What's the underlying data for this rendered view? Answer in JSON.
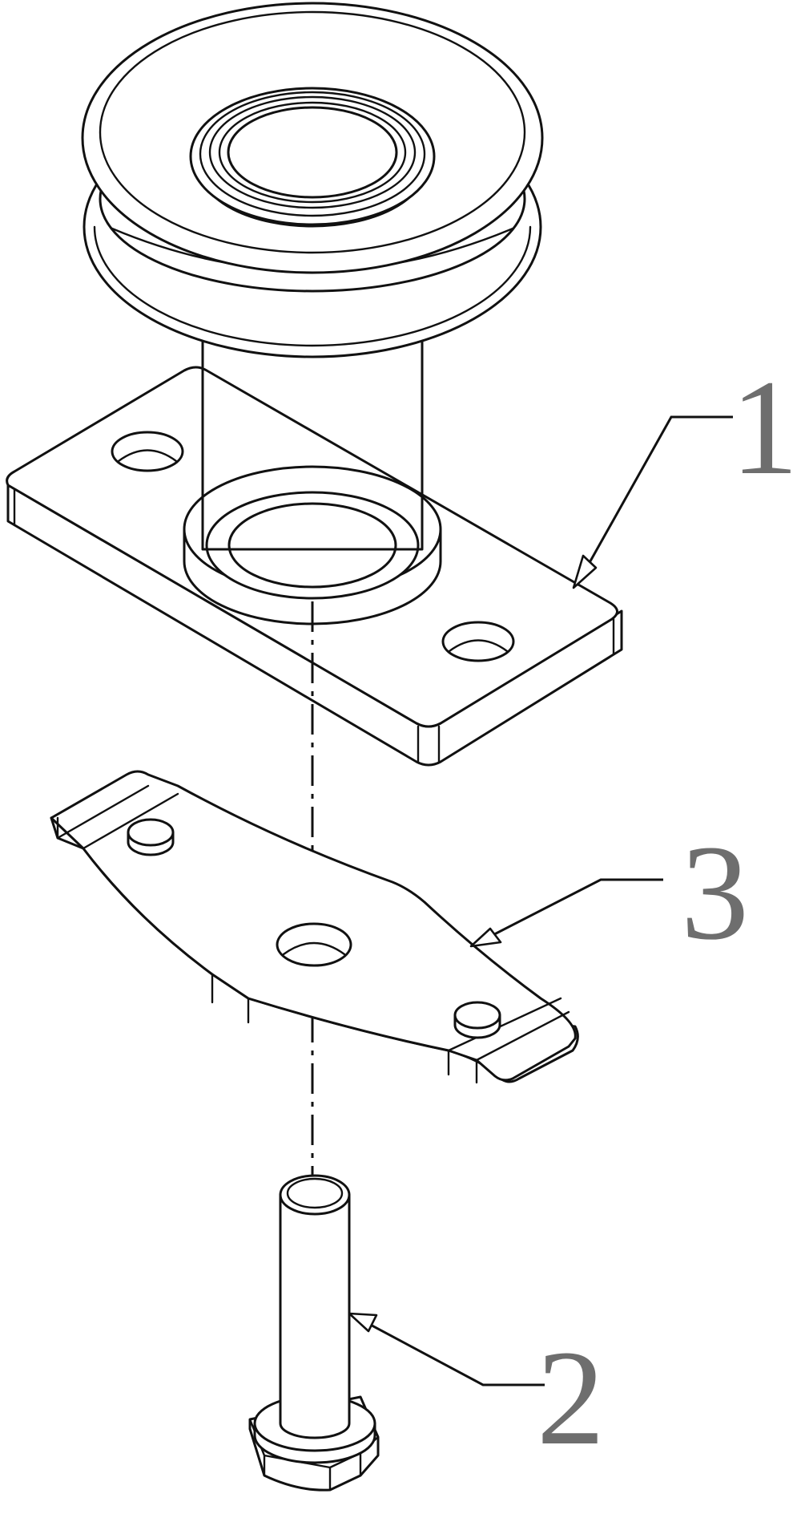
{
  "callouts": {
    "part_1": "1",
    "part_2": "2",
    "part_3": "3"
  },
  "colors": {
    "line": "#111111",
    "callout_text": "#6e6e6e",
    "background": "#ffffff"
  }
}
